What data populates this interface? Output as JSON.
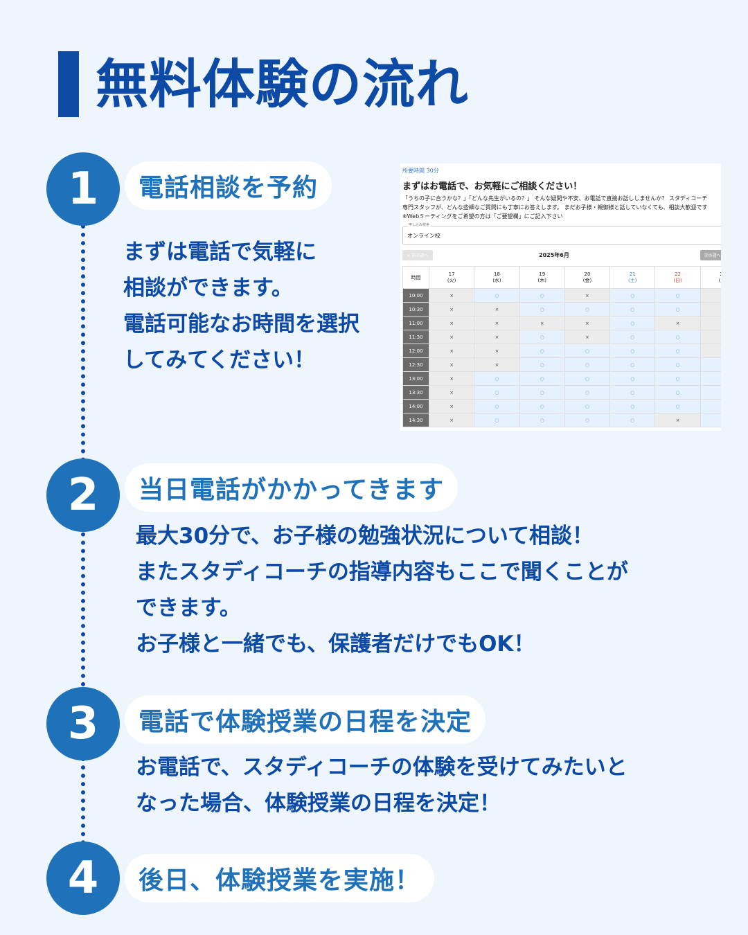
{
  "page": {
    "title": "無料体験の流れ"
  },
  "steps": [
    {
      "number": "1",
      "title": "電話相談を予約",
      "desc": "まずは電話で気軽に\n相談ができます。\n電話可能なお時間を選択\nしてみてください！"
    },
    {
      "number": "2",
      "title": "当日電話がかかってきます",
      "desc": "最大30分で、お子様の勉強状況について相談！\nまたスタディコーチの指導内容もここで聞くことが\nできます。\nお子様と一緒でも、保護者だけでもOK！"
    },
    {
      "number": "3",
      "title": "電話で体験授業の日程を決定",
      "desc": "お電話で、スタディコーチの体験を受けてみたいと\nなった場合、体験授業の日程を決定！"
    },
    {
      "number": "4",
      "title": "後日、体験授業を実施！"
    }
  ],
  "booking": {
    "duration": "所要時間 30分",
    "heading": "まずはお電話で、お気軽にご相談ください！",
    "lines": "「うちの子に合うかな？」「どんな先生がいるの？」 そんな疑問や不安、お電話で直接お話ししませんか？ スタディコーチ\n専門スタッフが、どんな些細なご質問にも丁寧にお答えします。 まだお子様・親御様と話していなくても、相談大歓迎です\n※Webミーティングをご希望の方は「ご要望欄」にご記入下さい",
    "school_label": "申し込み校舎",
    "school_value": "オンライン校",
    "prev_week": "< 前の週へ",
    "next_week": "次の週へ",
    "month": "2025年6月",
    "time_header": "時間",
    "days": [
      {
        "date": "17",
        "dow": "(火)",
        "type": ""
      },
      {
        "date": "18",
        "dow": "(水)",
        "type": ""
      },
      {
        "date": "19",
        "dow": "(木)",
        "type": ""
      },
      {
        "date": "20",
        "dow": "(金)",
        "type": ""
      },
      {
        "date": "21",
        "dow": "(土)",
        "type": "sat"
      },
      {
        "date": "22",
        "dow": "(日)",
        "type": "sun"
      },
      {
        "date": "23",
        "dow": "(月)",
        "type": ""
      }
    ],
    "rows": [
      {
        "time": "10:00",
        "slots": [
          "×",
          "○",
          "○",
          "×",
          "○",
          "○",
          "×"
        ]
      },
      {
        "time": "10:30",
        "slots": [
          "×",
          "×",
          "○",
          "○",
          "○",
          "○",
          "×"
        ]
      },
      {
        "time": "11:00",
        "slots": [
          "×",
          "×",
          "×",
          "×",
          "○",
          "×",
          "×"
        ]
      },
      {
        "time": "11:30",
        "slots": [
          "×",
          "×",
          "○",
          "×",
          "○",
          "○",
          "×"
        ]
      },
      {
        "time": "12:00",
        "slots": [
          "×",
          "×",
          "○",
          "○",
          "○",
          "○",
          "×"
        ]
      },
      {
        "time": "12:30",
        "slots": [
          "×",
          "×",
          "○",
          "○",
          "○",
          "○",
          "○"
        ]
      },
      {
        "time": "13:00",
        "slots": [
          "×",
          "○",
          "○",
          "○",
          "○",
          "○",
          "○"
        ]
      },
      {
        "time": "13:30",
        "slots": [
          "×",
          "○",
          "○",
          "○",
          "○",
          "○",
          "○"
        ]
      },
      {
        "time": "14:00",
        "slots": [
          "×",
          "○",
          "○",
          "○",
          "○",
          "○",
          "○"
        ]
      },
      {
        "time": "14:30",
        "slots": [
          "×",
          "○",
          "○",
          "○",
          "○",
          "×",
          "○"
        ]
      }
    ]
  }
}
